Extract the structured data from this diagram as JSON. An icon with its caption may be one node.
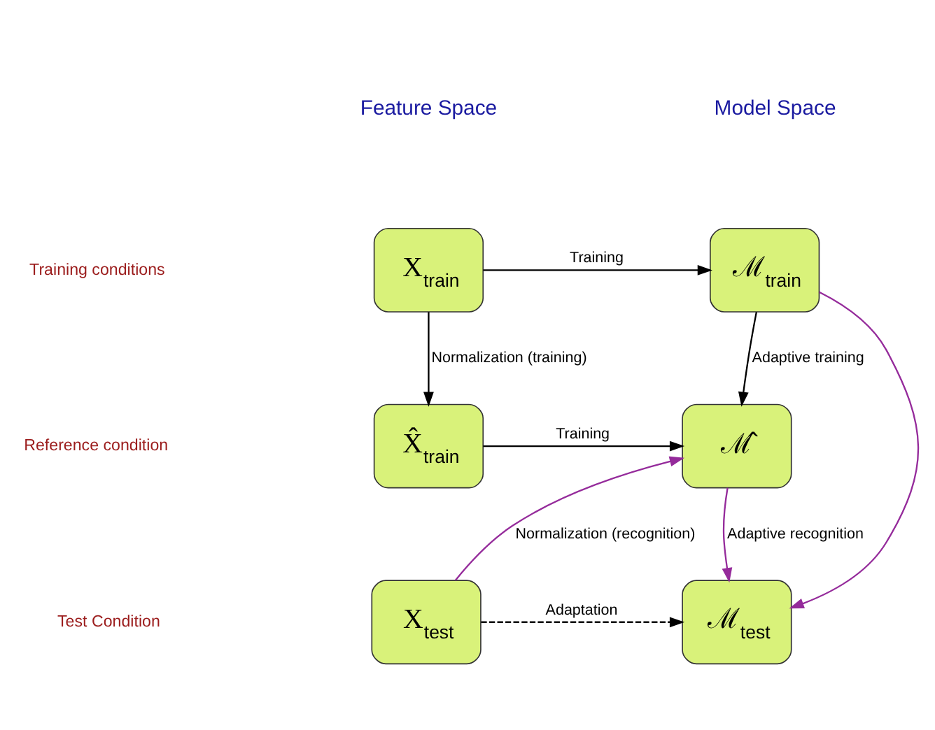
{
  "diagram": {
    "nodes": [
      {
        "text": [
          "X$_{train}$"
        ]
      },
      {
        "text": [
          "ℳ$_{train}$"
        ]
      },
      {
        "text": [
          "X̂$_{train}$"
        ]
      },
      {
        "text": [
          "ℳ̂"
        ]
      },
      {
        "text": [
          "X$_{test}$"
        ]
      },
      {
        "text": [
          "ℳ$_{test}$"
        ]
      }
    ],
    "edges": [
      {
        "from": 0,
        "to": 1,
        "arrow": "to",
        "label": "Training"
      },
      {
        "from": 0,
        "to": 2,
        "arrow": "to",
        "label": "Normalization (training)"
      },
      {
        "from": 1,
        "to": 3,
        "arrow": "to",
        "label": "Adaptive training"
      },
      {
        "from": 2,
        "to": 3,
        "arrow": "to",
        "label": "Training"
      },
      {
        "from": 4,
        "to": 3,
        "arrow": "to",
        "label": "Normalization (recognition)",
        "color": "#952b9b"
      },
      {
        "from": 3,
        "to": 5,
        "arrow": "to",
        "label": "Adaptive recognition",
        "color": "#952b9b"
      },
      {
        "from": 1,
        "to": 5,
        "arrow": "to",
        "color": "#952b9b"
      },
      {
        "from": 4,
        "to": 5,
        "arrow": "to",
        "label": "Adaptation",
        "style": "dashed"
      }
    ],
    "labels": [
      "Feature Space",
      "Model Space",
      "Training conditions",
      "Reference condition",
      "Test Condition"
    ]
  }
}
